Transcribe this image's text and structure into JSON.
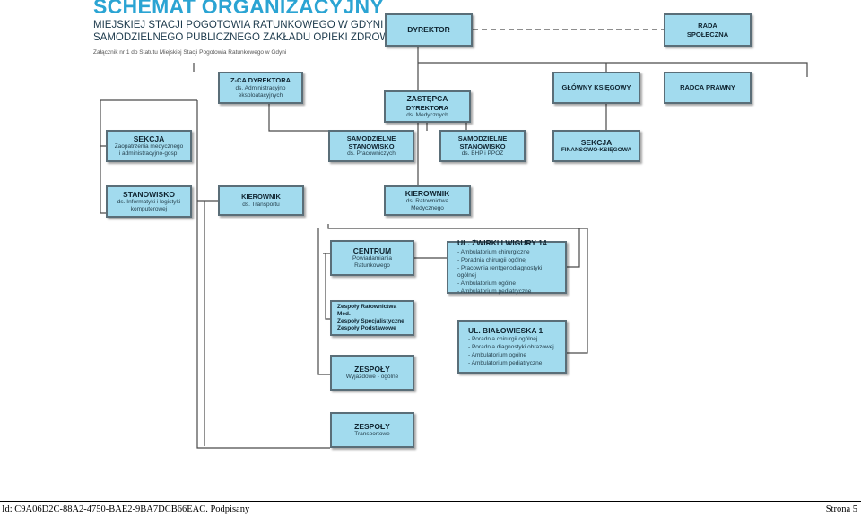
{
  "header": {
    "title": "SCHEMAT ORGANIZACYJNY",
    "subtitle_line1": "MIEJSKIEJ STACJI POGOTOWIA RATUNKOWEGO W GDYNI",
    "subtitle_line2": "SAMODZIELNEGO PUBLICZNEGO ZAKŁADU OPIEKI ZDROWOTNEJ",
    "attachment": "Załącznik nr 1 do Statutu Miejskiej Stacji Pogotowia Ratunkowego w Gdyni"
  },
  "boxes": {
    "dyrektor": {
      "title": "DYREKTOR"
    },
    "rada": {
      "title_line1": "RADA",
      "title_line2": "SPOŁECZNA"
    },
    "zca": {
      "title": "Z-CA DYREKTORA",
      "sub_line1": "ds. Administracyjno",
      "sub_line2": "eksploatacyjnych"
    },
    "zastepca": {
      "title_line1": "ZASTĘPCA",
      "title_line2": "DYREKTORA",
      "sub": "ds. Medycznych"
    },
    "glowny": {
      "title": "GŁÓWNY KSIĘGOWY"
    },
    "radca": {
      "title": "RADCA PRAWNY"
    },
    "sekcja_zaop": {
      "title": "SEKCJA",
      "sub_line1": "Zaopatrzenia medycznego",
      "sub_line2": "i administracyjno-gosp."
    },
    "samodz_prac": {
      "title_line1": "SAMODZIELNE",
      "title_line2": "STANOWISKO",
      "sub": "ds. Pracowniczych"
    },
    "samodz_bhp": {
      "title_line1": "SAMODZIELNE",
      "title_line2": "STANOWISKO",
      "sub": "ds. BHP i PPOŻ"
    },
    "sekcja_fin": {
      "title": "SEKCJA",
      "sub": "FINANSOWO-KSIĘGOWA"
    },
    "stanowisko_inf": {
      "title": "STANOWISKO",
      "sub_line1": "ds. Informatyki i logistyki",
      "sub_line2": "komputerowej"
    },
    "kier_trans": {
      "title": "KIEROWNIK",
      "sub": "ds. Transportu"
    },
    "kier_rat": {
      "title": "KIEROWNIK",
      "sub": "ds. Ratownictwa Medycznego"
    },
    "centrum": {
      "title": "CENTRUM",
      "sub": "Powiadamiania Ratunkowego"
    },
    "zwirki": {
      "title": "UL. ŻWIRKI I WIGURY 14",
      "items": [
        "- Ambulatorium chirurgiczne",
        "- Poradnia chirurgii ogólnej",
        "- Pracownia rentgenodiagnostyki ogólnej",
        "- Ambulatorium ogólne",
        "- Ambulatorium pediatryczne"
      ]
    },
    "zespoly_rat": {
      "line1": "Zespoły Ratownictwa Med.",
      "line2": "Zespoły Specjalistyczne",
      "line3": "Zespoły Podstawowe"
    },
    "bialowieska": {
      "title": "UL. BIAŁOWIESKA 1",
      "items": [
        "- Poradnia chirurgii ogólnej",
        "- Poradnia diagnostyki obrazowej",
        "- Ambulatorium ogólne",
        "- Ambulatorium pediatryczne"
      ]
    },
    "zespoly_wyj": {
      "title": "ZESPOŁY",
      "sub": "Wyjazdowe - ogólne"
    },
    "zespoly_trans": {
      "title": "ZESPOŁY",
      "sub": "Transportowe"
    }
  },
  "footer": {
    "id_text": "Id: C9A06D2C-88A2-4750-BAE2-9BA7DCB66EAC. Podpisany",
    "page_text": "Strona 5"
  }
}
